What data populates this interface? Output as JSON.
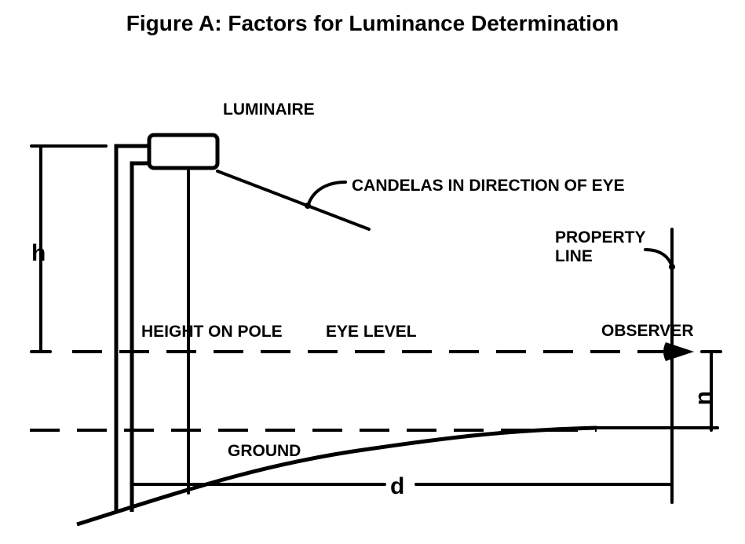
{
  "figure": {
    "title": "Figure A: Factors for Luminance Determination",
    "labels": {
      "luminaire": "LUMINAIRE",
      "candelas": "CANDELAS IN DIRECTION OF EYE",
      "property_line_1": "PROPERTY",
      "property_line_2": "LINE",
      "height_on_pole": "HEIGHT ON POLE",
      "eye_level": "EYE LEVEL",
      "observer": "OBSERVER",
      "ground": "GROUND",
      "h": "h",
      "d": "d",
      "u": "u"
    }
  }
}
